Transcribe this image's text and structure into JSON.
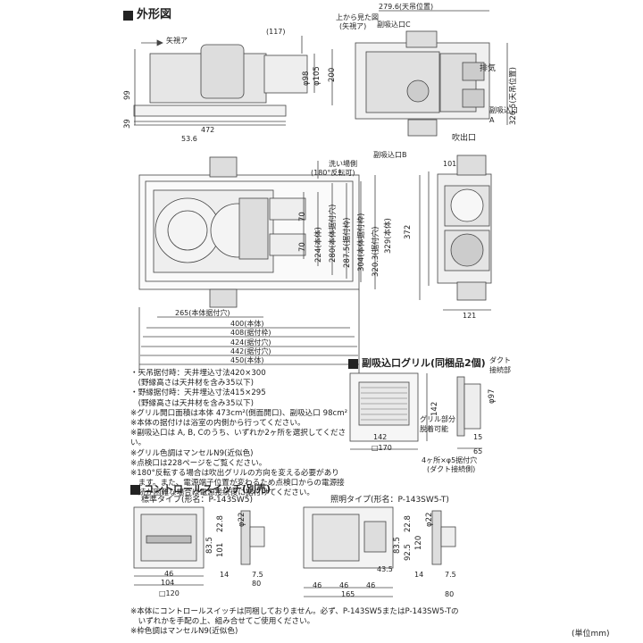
{
  "title": "外形図",
  "views": {
    "arrow_label": "矢視ア",
    "top_note1": "上から見た図",
    "top_note2": "(矢視ア)",
    "dim_117": "(117)",
    "dim_2796": "279.6(天吊位置)",
    "sub_c": "副吸込口C",
    "phi98": "φ98",
    "phi105": "φ105",
    "dim_200": "200",
    "dim_99": "99",
    "dim_39": "39",
    "dim_472": "472",
    "exhaust": "排気",
    "dim_3265": "326.5(天吊位置)",
    "sub_a": "副吸込口\nA",
    "outlet": "吹出口",
    "sub_b": "副吸込口B",
    "dim_536": "53.6",
    "wash_side": "洗い場側",
    "rotate": "(180°反転可)",
    "dim_101": "101",
    "dim_372": "372",
    "dim_121": "121"
  },
  "plan_dims": {
    "d70a": "70",
    "d70b": "70",
    "d224": "224(本体)",
    "d280": "280(本体据付穴)",
    "d2875": "287.5(据付枠)",
    "d304": "304(本体据付枠)",
    "d3203": "320.3(据付穴)",
    "d329": "329(本体)",
    "d265": "265(本体据付穴)",
    "d400": "400(本体)",
    "d408": "408(据付枠)",
    "d424": "424(据付穴)",
    "d442": "442(据付穴)",
    "d450": "450(本体)"
  },
  "notes": [
    "・天吊据付時：天井埋込寸法420×300",
    "　(野縁高さは天井材を含み35以下)",
    "・野縁据付時：天井埋込寸法415×295",
    "　(野縁高さは天井材を含み35以下)",
    "※グリル開口面積は本体 473cm²(側面開口)、副吸込口 98cm²",
    "※本体の据付けは浴室の内側から行ってください。",
    "※副吸込口は A, B, Cのうち、いずれか2ヶ所を選択してください。",
    "※グリル色調はマンセルN9(近似色)",
    "※点検口は228ページをご覧ください。",
    "※180°反転する場合は吹出グリルの方向を変える必要があり",
    "　ます。また、電源端子位置が変わるため点検口からの電源接",
    "　続が困難な場合は電源接続後に据付けてください。"
  ],
  "grille": {
    "title": "副吸込口グリル(同梱品2個)",
    "duct": "ダクト\n接続部",
    "phi97": "φ97",
    "d142a": "142",
    "d142b": "142",
    "d170": "□170",
    "part": "グリル部分\n脱着可能",
    "d15": "15",
    "d65": "65",
    "holes": "4ヶ所×φ5据付穴",
    "duct2": "(ダクト接続側)"
  },
  "switch": {
    "title": "コントロールスイッチ(別売)",
    "std_label": "標準タイプ(形名：P-143SW5)",
    "light_label": "照明タイプ(形名：P-143SW5-T)",
    "d228a": "22.8",
    "d228b": "22.8",
    "phi22a": "φ22",
    "phi22b": "φ22",
    "d835a": "83.5",
    "d835b": "83.5",
    "d101": "101",
    "d925": "92.5",
    "d120b": "120",
    "d46a": "46",
    "d46b": "46",
    "d104": "104",
    "d120": "□120",
    "d14a": "14",
    "d14b": "14",
    "d75a": "7.5",
    "d75b": "7.5",
    "d80a": "80",
    "d80b": "80",
    "d46c": "46",
    "d46d": "46",
    "d435": "43.5",
    "d165": "165"
  },
  "bottom_notes": [
    "※本体にコントロールスイッチは同梱しておりません。必ず、P-143SW5またはP-143SW5-Tの",
    "　いずれかを手配の上、組み合せてご使用ください。",
    "※枠色調はマンセルN9(近似色)"
  ],
  "unit": "(単位mm)"
}
